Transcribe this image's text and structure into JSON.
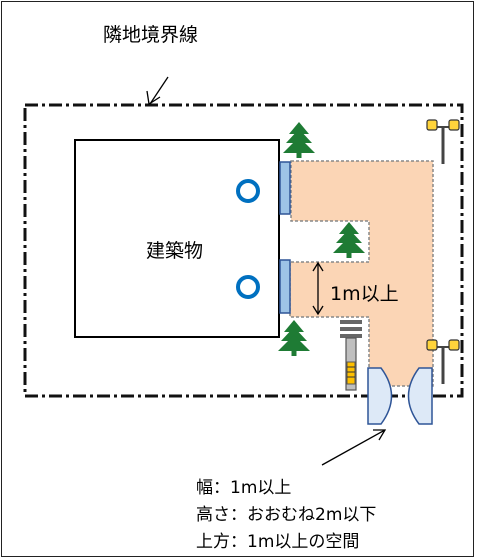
{
  "labels": {
    "boundary": "隣地境界線",
    "building": "建築物",
    "clearance": "1m以上"
  },
  "notes": [
    "幅：1m以上",
    "高さ：おおむね2m以下",
    "上方：1m以上の空間"
  ],
  "icons": {
    "trees": "tree-icon",
    "street_lights": "street-light-icon",
    "windows": "window-icon",
    "circle_marks": "circle-mark-icon",
    "gate": "gate-icon"
  },
  "colors": {
    "passage_fill": "#fbd5b5",
    "window_fill": "#9dc3e6",
    "circle_stroke": "#0070c0",
    "tree": "#1e7b34"
  }
}
